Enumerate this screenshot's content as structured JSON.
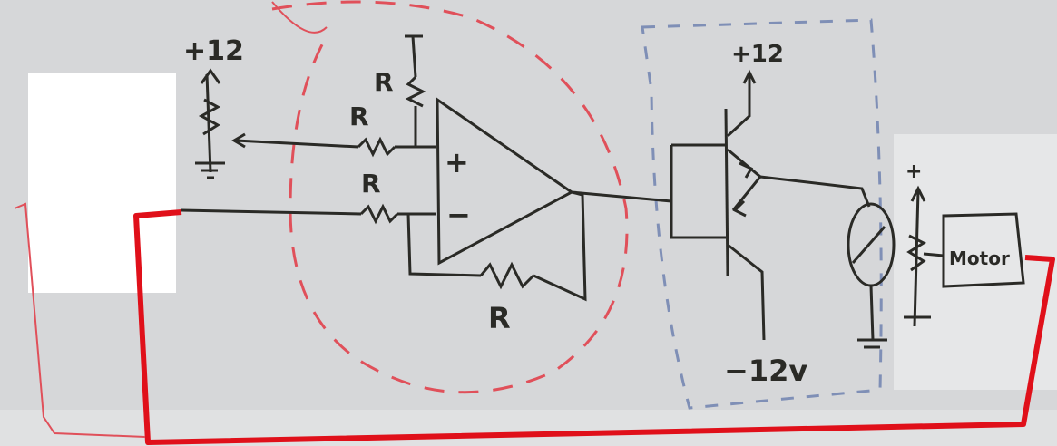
{
  "labels": {
    "plus12_left": "+12",
    "r_top": "R",
    "r_plus": "R",
    "r_minus": "R",
    "r_feedback": "R",
    "opamp_plus": "+",
    "opamp_minus": "−",
    "plus12_right": "+12",
    "minus12": "−12v",
    "plus_right": "+",
    "motor": "Motor"
  },
  "colors": {
    "board": "#d9dadc",
    "ink": "#2a2a26",
    "red_marker": "#e0101a",
    "dashed_red": "#e0505a",
    "dashed_blue": "#7f8fb6"
  }
}
